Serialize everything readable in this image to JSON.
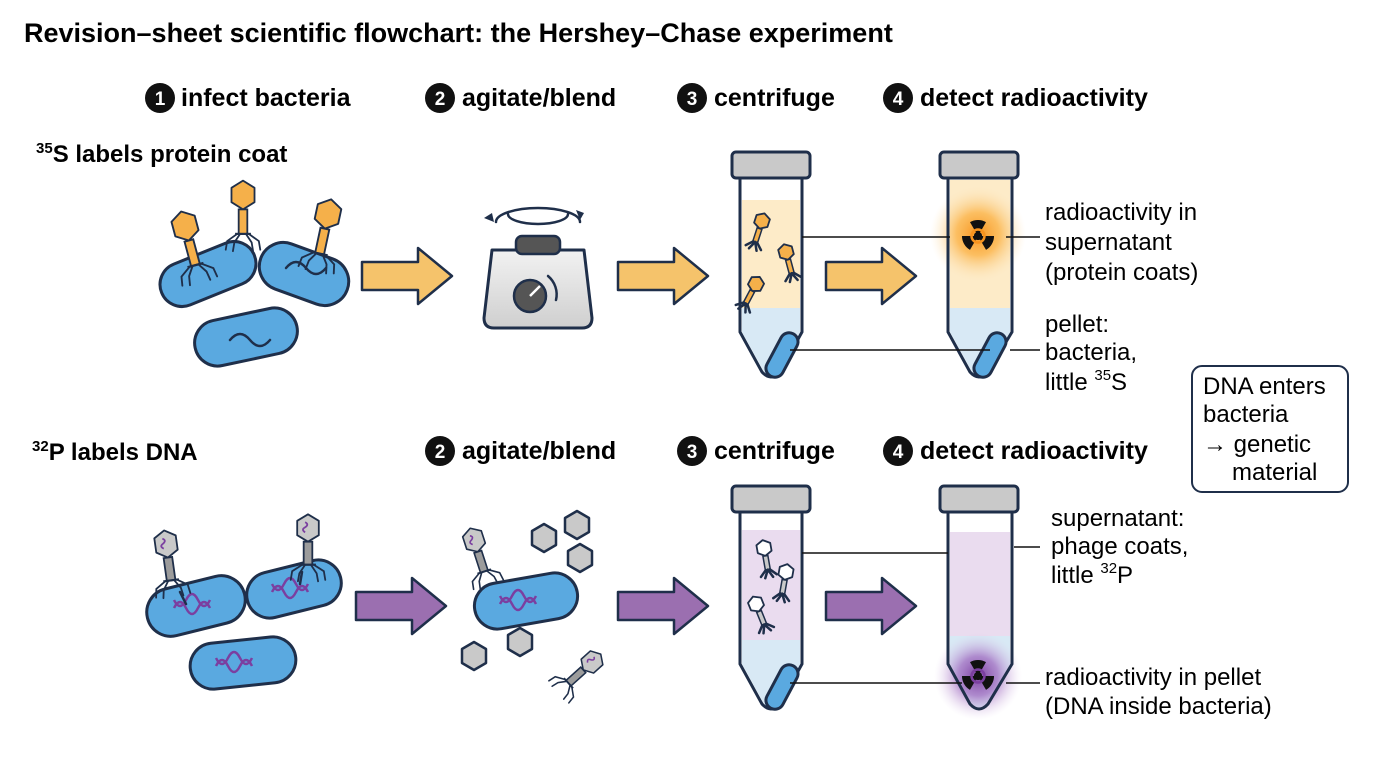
{
  "title": "Revision–sheet scientific flowchart: the Hershey–Chase experiment",
  "steps_top": [
    {
      "num": "1",
      "label": "infect bacteria"
    },
    {
      "num": "2",
      "label": "agitate/blend"
    },
    {
      "num": "3",
      "label": "centrifuge"
    },
    {
      "num": "4",
      "label": "detect radioactivity"
    }
  ],
  "steps_bottom": [
    {
      "num": "2",
      "label": "agitate/blend"
    },
    {
      "num": "3",
      "label": "centrifuge"
    },
    {
      "num": "4",
      "label": "detect radioactivity"
    }
  ],
  "row_top": {
    "isotope_mass": "35",
    "label_rest": "S labels protein coat",
    "supernatant_annotation": [
      "radioactivity in",
      "supernatant",
      "(protein coats)"
    ],
    "pellet_annotation": {
      "line1": "pellet:",
      "line2": "bacteria,",
      "line3_prefix": "little ",
      "line3_mass": "35",
      "line3_suffix": "S"
    }
  },
  "row_bottom": {
    "isotope_mass": "32",
    "label_rest": "P labels DNA",
    "supernatant_annotation": {
      "line1": "supernatant:",
      "line2": "phage coats,",
      "line3_prefix": "little ",
      "line3_mass": "32",
      "line3_suffix": "P"
    },
    "pellet_annotation": [
      "radioactivity in pellet",
      "(DNA inside bacteria)"
    ]
  },
  "conclusion": {
    "line1": "DNA enters",
    "line2": "bacteria",
    "line3": "→ genetic",
    "line4": "material"
  },
  "colors": {
    "sulfur_accent": "#f5c36b",
    "phosphorus_accent": "#9b6fb0",
    "bacteria": "#5aa9e0",
    "supernatant_top": "#fdebc8",
    "supernatant_bottom": "#eadcef",
    "pellet_liquid": "#d8e9f5",
    "radiation_orange": "#f7931e",
    "radiation_purple": "#7b3fa0"
  }
}
